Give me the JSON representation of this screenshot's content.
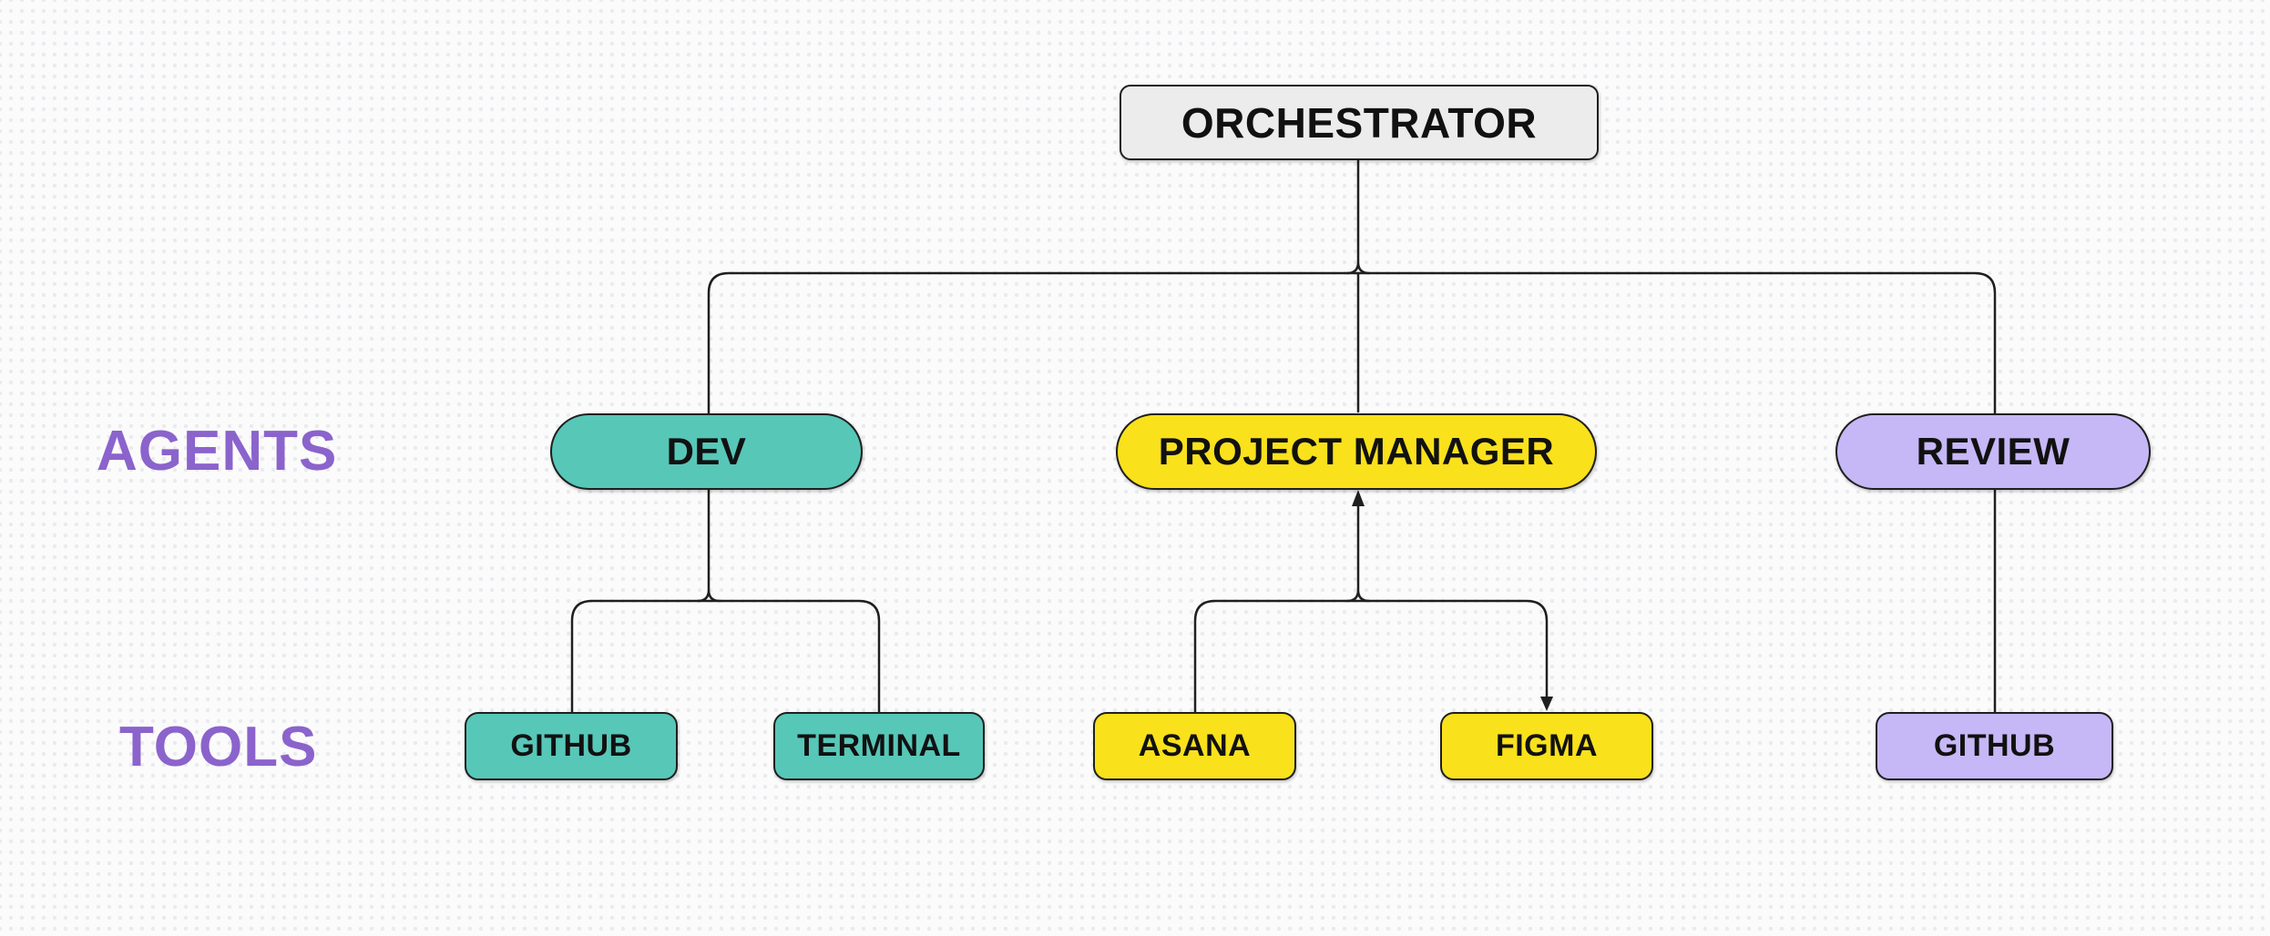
{
  "title": "Agent orchestration diagram",
  "palette": {
    "background": "#FBFBFB",
    "dot_grid": "#E9EBEE",
    "connector_line": "#1F1F1F",
    "orchestrator_fill": "#ECECEC",
    "teal": "#57C7B8",
    "yellow": "#F9E11C",
    "lavender": "#C6B7F6",
    "row_label_purple": "#8B63CC",
    "node_text": "#111111"
  },
  "row_labels": {
    "agents": "AGENTS",
    "tools": "TOOLS"
  },
  "orchestrator": {
    "label": "ORCHESTRATOR"
  },
  "agents": [
    {
      "label": "DEV",
      "color": "teal",
      "tools": [
        "GITHUB",
        "TERMINAL"
      ]
    },
    {
      "label": "PROJECT MANAGER",
      "color": "yellow",
      "tools": [
        "ASANA",
        "FIGMA"
      ]
    },
    {
      "label": "REVIEW",
      "color": "lavender",
      "tools": [
        "GITHUB"
      ]
    }
  ],
  "edges": {
    "orchestrator_to": [
      "DEV",
      "PROJECT MANAGER",
      "REVIEW"
    ],
    "dev_to": [
      "GITHUB",
      "TERMINAL"
    ],
    "project_manager_to": [
      "ASANA",
      "FIGMA"
    ],
    "review_to": [
      "GITHUB"
    ],
    "arrows": [
      {
        "at": "PROJECT MANAGER bottom edge",
        "direction": "up"
      },
      {
        "at": "FIGMA top edge",
        "direction": "down"
      }
    ]
  }
}
